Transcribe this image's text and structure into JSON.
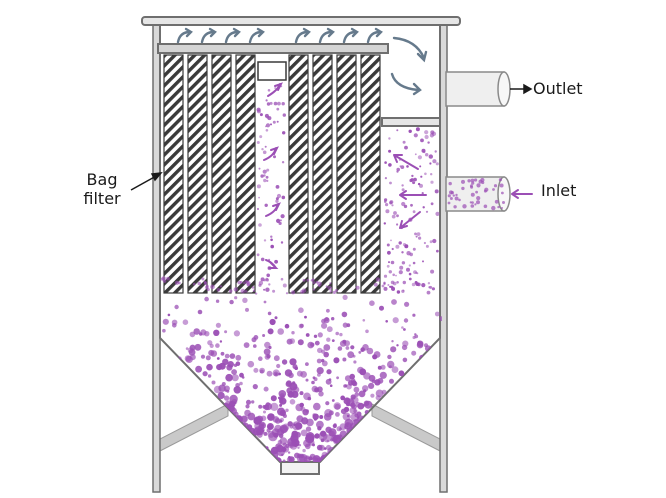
{
  "labels": {
    "bag_filter_line1": "Bag",
    "bag_filter_line2": "filter",
    "outlet": "Outlet",
    "inlet": "Inlet"
  },
  "colors": {
    "structure_stroke": "#6f6f6f",
    "hatch": "#3a3a3a",
    "dust": "#9b4fb5",
    "flow_arrow": "#667a8c",
    "pipe_fill": "#efefef",
    "leg_fill": "#c9c9c9"
  }
}
